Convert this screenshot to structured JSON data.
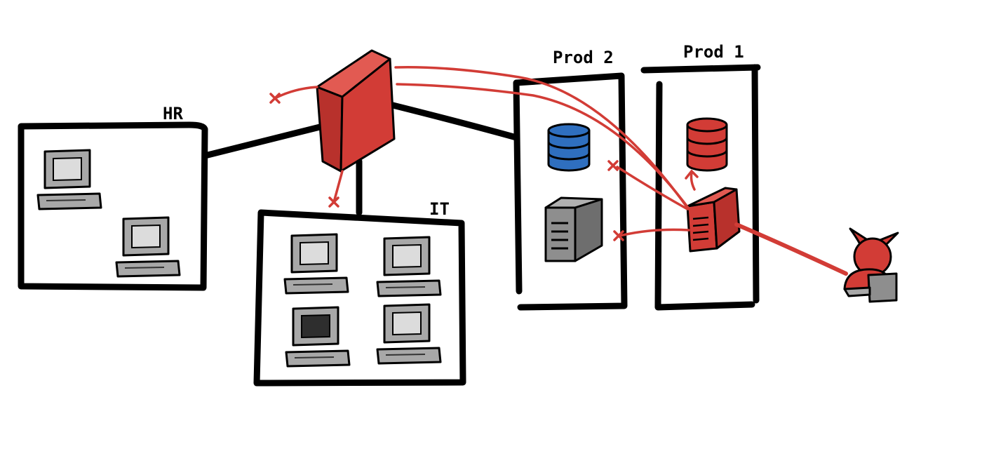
{
  "zones": {
    "hr": {
      "label": "HR"
    },
    "it": {
      "label": "IT"
    },
    "prod2": {
      "label": "Prod 2"
    },
    "prod1": {
      "label": "Prod 1"
    }
  },
  "colors": {
    "compromised": "#d23c36",
    "database_prod2": "#2f6fbf",
    "computer": "#a8a8a8",
    "screen": "#dcdcdc",
    "screen_off": "#2e2e2e",
    "server": "#8e8e8e",
    "outline": "#000000"
  },
  "icons": {
    "firewall": "firewall-icon",
    "attacker": "devil-attacker-icon",
    "computer": "desktop-computer-icon",
    "database": "database-icon",
    "server": "server-icon"
  }
}
